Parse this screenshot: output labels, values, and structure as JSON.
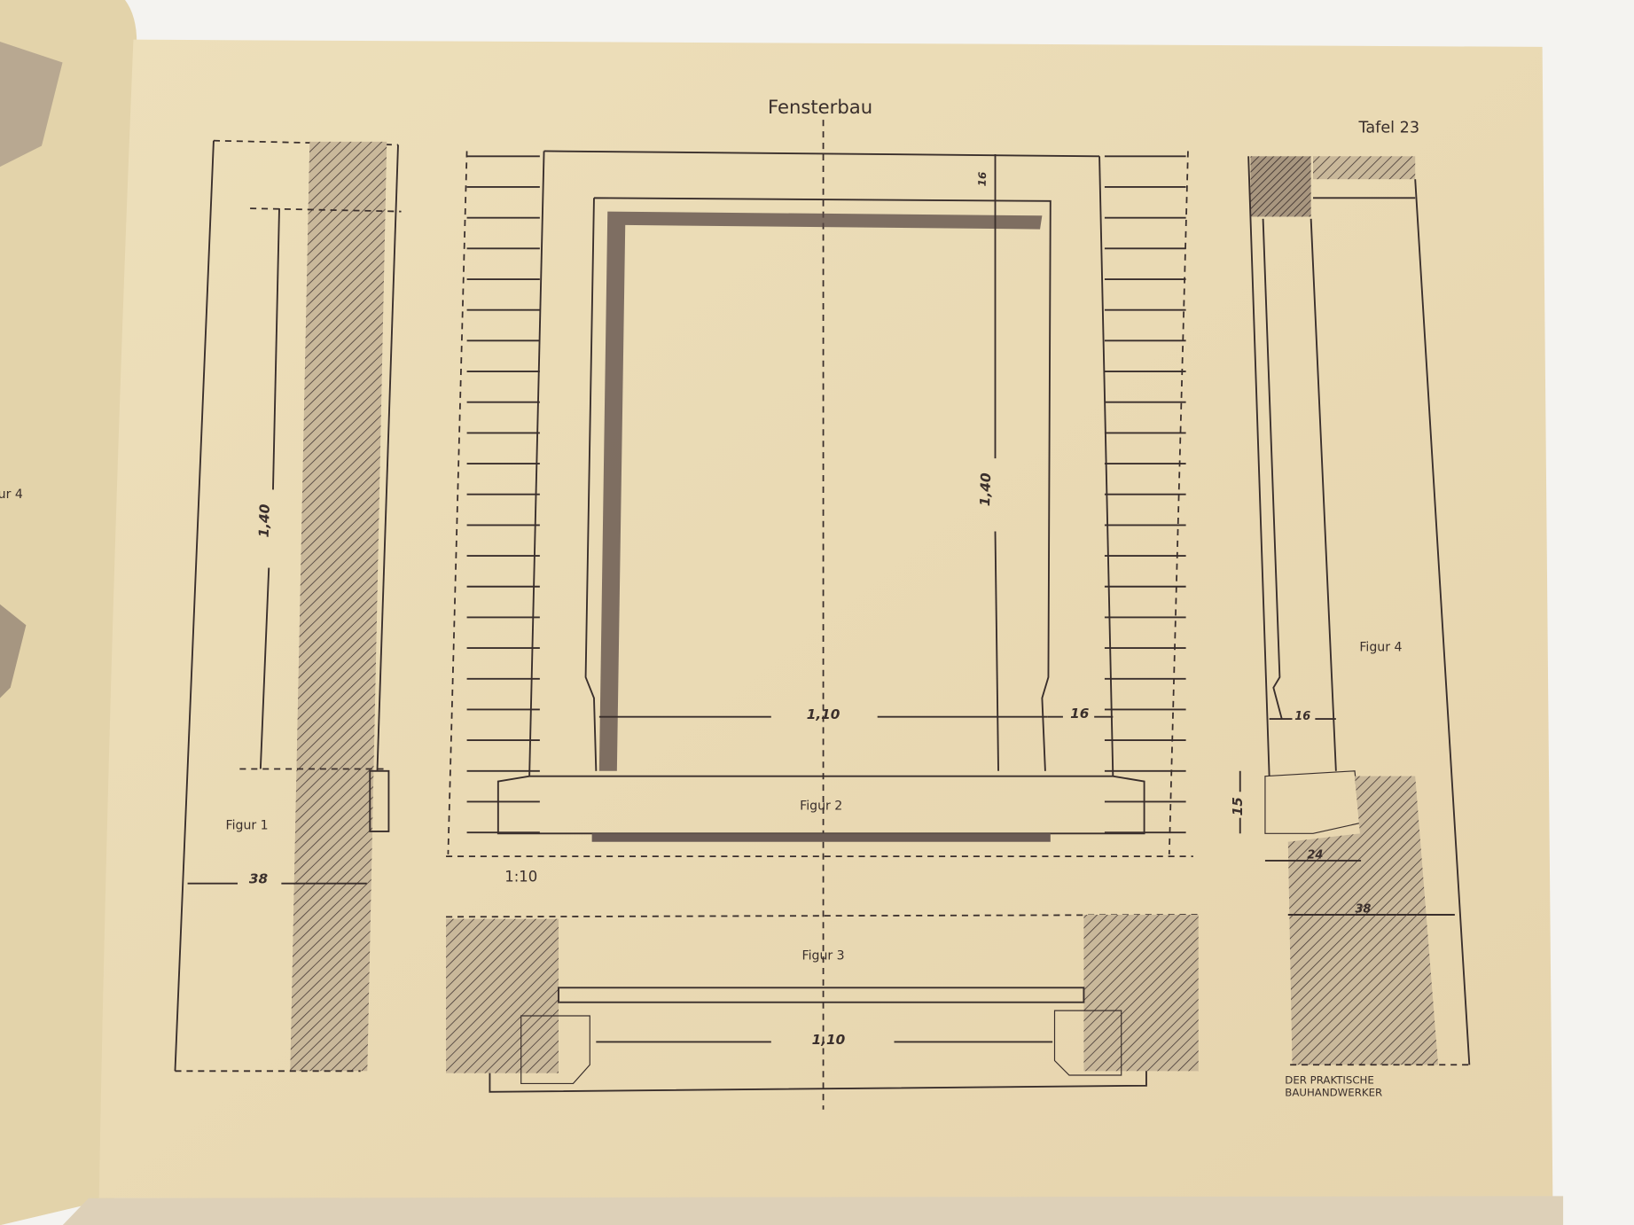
{
  "page": {
    "title": "Fensterbau",
    "plate": "Tafel 23",
    "scale": "1:10",
    "publisher": [
      "DER PRAKTISCHE",
      "BAUHANDWERKER"
    ],
    "left_page_fragment": "ur 4"
  },
  "figures": {
    "fig1": {
      "label": "Figur 1",
      "height_dim": "1,40",
      "width_dim": "38"
    },
    "fig2": {
      "label": "Figur 2",
      "width_dim": "1,10",
      "height_dim": "1,40",
      "side_dim": "16",
      "top_dim": "16"
    },
    "fig3": {
      "label": "Figur 3",
      "width_dim": "1,10"
    },
    "fig4": {
      "label": "Figur 4",
      "frame_dim": "16",
      "sill_height_dim": "15",
      "sill_dim": "24",
      "wall_dim": "38"
    }
  },
  "colors": {
    "paper": "#ebdcb7",
    "ink": "#3a2f2c",
    "background": "#f4f3f0"
  }
}
